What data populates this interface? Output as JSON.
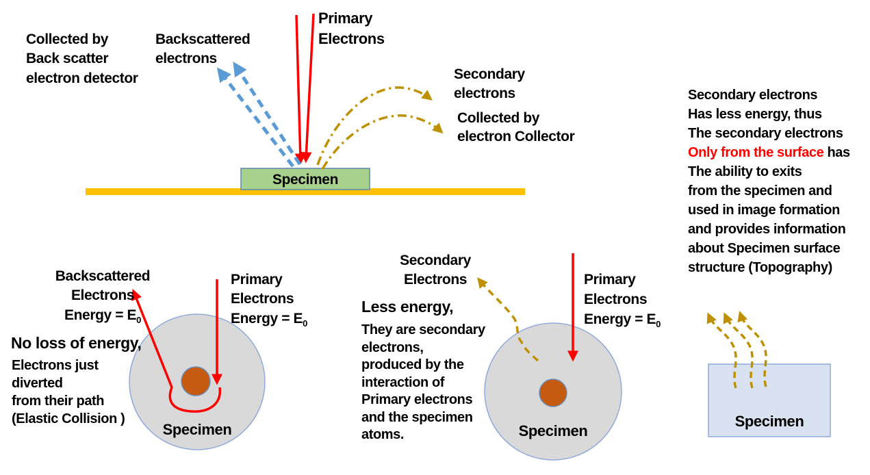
{
  "colors": {
    "primary_beam": "#FF0000",
    "backscatter_arrow": "#5B9BD5",
    "secondary_arrow": "#BF9000",
    "specimen_box_fill": "#A9D18E",
    "specimen_box_border": "#5B87AD",
    "stage_bar": "#FFC000",
    "atom_fill": "#D9D9D9",
    "atom_border": "#8FAADC",
    "nucleus_fill": "#C55A11",
    "specimen_rect_fill": "#D9E2F1",
    "specimen_rect_border": "#8EAADB",
    "highlight_text": "#FF0000",
    "text": "#000000"
  },
  "energy": {
    "prefix": "Energy = E",
    "sub": "0"
  },
  "top": {
    "detector_note": [
      "Collected by",
      "Back scatter",
      "electron detector"
    ],
    "backscattered": [
      "Backscattered",
      "electrons"
    ],
    "primary": [
      "Primary",
      "Electrons"
    ],
    "secondary": [
      "Secondary",
      "electrons"
    ],
    "collector_note": [
      "Collected by",
      "electron Collector"
    ],
    "specimen": "Specimen"
  },
  "right_panel": {
    "lines_before": [
      "Secondary electrons",
      "Has less energy, thus",
      "The secondary electrons"
    ],
    "highlight": "Only from the surface",
    "highlight_suffix": " has",
    "lines_after": [
      "The ability to exits",
      "from the specimen and",
      "used in image formation",
      "and provides information",
      "about Specimen surface",
      "structure (Topography)"
    ]
  },
  "bottom_left": {
    "backscattered": [
      "Backscattered",
      "Electrons"
    ],
    "primary": [
      "Primary",
      "Electrons"
    ],
    "no_loss": "No loss of energy,",
    "details": [
      "Electrons just",
      "diverted",
      "from their path",
      "(Elastic Collision )"
    ],
    "specimen": "Specimen"
  },
  "bottom_middle": {
    "secondary": [
      "Secondary",
      "Electrons"
    ],
    "less_energy": "Less energy,",
    "details": [
      "They are secondary",
      "electrons,",
      "produced by the",
      "interaction of",
      "Primary electrons",
      "and the specimen",
      "atoms."
    ],
    "primary": [
      "Primary",
      "Electrons"
    ],
    "specimen": "Specimen"
  },
  "bottom_right": {
    "specimen": "Specimen"
  }
}
